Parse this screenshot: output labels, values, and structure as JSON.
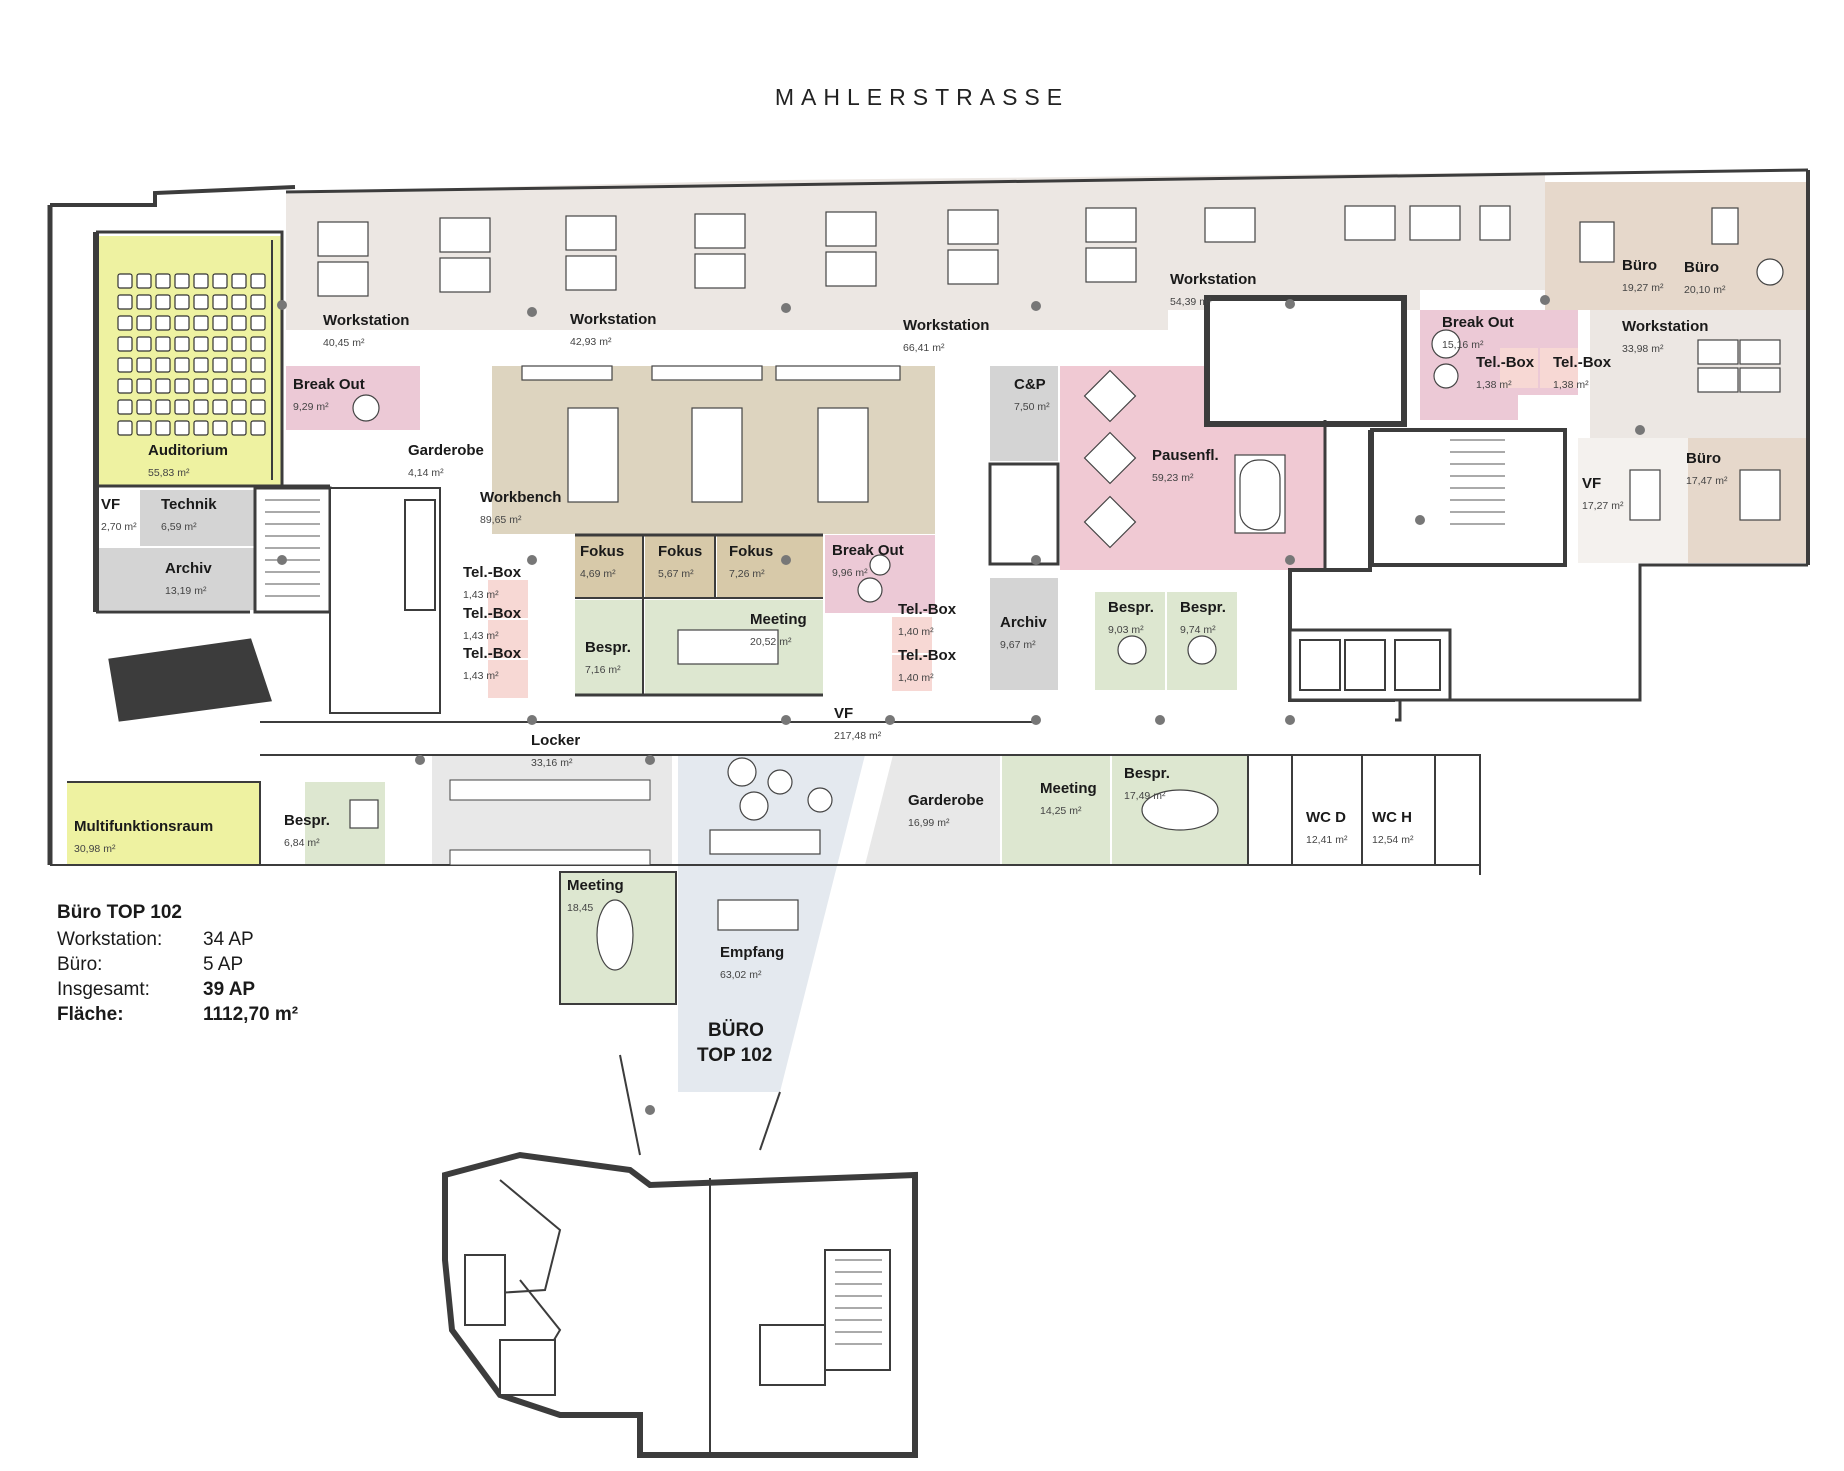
{
  "street": "MAHLERSTRASSE",
  "colors": {
    "workstation": "#ece7e3",
    "office": "#e6d8cb",
    "workbench": "#ddd4bf",
    "meeting": "#dde7d0",
    "breakout": "#ecc9d6",
    "pause": "#f0c9d3",
    "auditorium": "#eef2a1",
    "service": "#d4d4d4",
    "phonebox": "#f7d8d4",
    "reception": "#e4e9ef",
    "locker": "#e8e8e8",
    "wall": "#3c3c3c",
    "column": "#777777"
  },
  "rooms": {
    "ws1": {
      "name": "Workstation",
      "area": "40,45 m²"
    },
    "ws2": {
      "name": "Workstation",
      "area": "42,93 m²"
    },
    "ws3": {
      "name": "Workstation",
      "area": "66,41 m²"
    },
    "ws4": {
      "name": "Workstation",
      "area": "54,39 m²"
    },
    "ws5": {
      "name": "Workstation",
      "area": "33,98 m²"
    },
    "buero1": {
      "name": "Büro",
      "area": "19,27 m²"
    },
    "buero2": {
      "name": "Büro",
      "area": "20,10 m²"
    },
    "buero3": {
      "name": "Büro",
      "area": "17,47 m²"
    },
    "breakout1": {
      "name": "Break Out",
      "area": "9,29 m²"
    },
    "breakout2": {
      "name": "Break Out",
      "area": "15,16 m²"
    },
    "breakout3": {
      "name": "Break Out",
      "area": "9,96 m²"
    },
    "auditorium": {
      "name": "Auditorium",
      "area": "55,83 m²"
    },
    "garderobe1": {
      "name": "Garderobe",
      "area": "4,14 m²"
    },
    "garderobe2": {
      "name": "Garderobe",
      "area": "16,99 m²"
    },
    "workbench": {
      "name": "Workbench",
      "area": "89,65 m²"
    },
    "cp": {
      "name": "C&P",
      "area": "7,50 m²"
    },
    "pausenfl": {
      "name": "Pausenfl.",
      "area": "59,23 m²"
    },
    "telbox1": {
      "name": "Tel.-Box",
      "area": "1,38 m²"
    },
    "telbox2": {
      "name": "Tel.-Box",
      "area": "1,38 m²"
    },
    "telbox3": {
      "name": "Tel.-Box",
      "area": "1,43 m²"
    },
    "telbox4": {
      "name": "Tel.-Box",
      "area": "1,43 m²"
    },
    "telbox5": {
      "name": "Tel.-Box",
      "area": "1,43 m²"
    },
    "telbox6": {
      "name": "Tel.-Box",
      "area": "1,40 m²"
    },
    "telbox7": {
      "name": "Tel.-Box",
      "area": "1,40 m²"
    },
    "vf1": {
      "name": "VF",
      "area": "2,70 m²"
    },
    "vf2": {
      "name": "VF",
      "area": "17,27 m²"
    },
    "vf3": {
      "name": "VF",
      "area": "217,48 m²"
    },
    "technik": {
      "name": "Technik",
      "area": "6,59 m²"
    },
    "archiv1": {
      "name": "Archiv",
      "area": "13,19 m²"
    },
    "archiv2": {
      "name": "Archiv",
      "area": "9,67 m²"
    },
    "fokus1": {
      "name": "Fokus",
      "area": "4,69 m²"
    },
    "fokus2": {
      "name": "Fokus",
      "area": "5,67 m²"
    },
    "fokus3": {
      "name": "Fokus",
      "area": "7,26 m²"
    },
    "bespr1": {
      "name": "Bespr.",
      "area": "7,16 m²"
    },
    "bespr2": {
      "name": "Bespr.",
      "area": "9,03 m²"
    },
    "bespr3": {
      "name": "Bespr.",
      "area": "9,74 m²"
    },
    "bespr4": {
      "name": "Bespr.",
      "area": "6,84 m²"
    },
    "bespr5": {
      "name": "Bespr.",
      "area": "17,49 m²"
    },
    "meeting1": {
      "name": "Meeting",
      "area": "20,52 m²"
    },
    "meeting2": {
      "name": "Meeting",
      "area": "14,25 m²"
    },
    "meeting3": {
      "name": "Meeting",
      "area": "18,45"
    },
    "locker": {
      "name": "Locker",
      "area": "33,16 m²"
    },
    "multi": {
      "name": "Multifunktionsraum",
      "area": "30,98 m²"
    },
    "wcd": {
      "name": "WC D",
      "area": "12,41 m²"
    },
    "wch": {
      "name": "WC H",
      "area": "12,54 m²"
    },
    "empfang": {
      "name": "Empfang",
      "area": "63,02 m²"
    }
  },
  "unit_label": {
    "line1": "BÜRO",
    "line2": "TOP 102"
  },
  "summary": {
    "title": "Büro TOP 102",
    "rows": [
      {
        "label": "Workstation:",
        "value": "34 AP"
      },
      {
        "label": "Büro:",
        "value": "5 AP"
      },
      {
        "label": "Insgesamt:",
        "value": "39 AP"
      },
      {
        "label": "Fläche:",
        "value": "1112,70 m²"
      }
    ]
  }
}
